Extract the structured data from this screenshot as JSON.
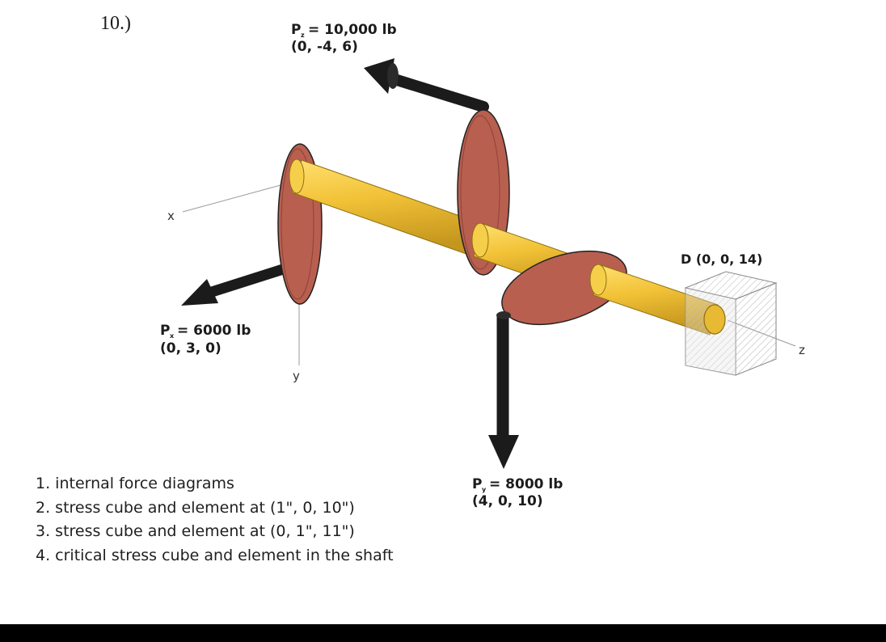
{
  "problem_number": "10.)",
  "axes": {
    "x": "x",
    "y": "y",
    "z": "z"
  },
  "loads": {
    "pz": {
      "label": "P",
      "subscript": "z",
      "value": "= 10,000 lb",
      "point": "(0, -4, 6)"
    },
    "px": {
      "label": "P",
      "subscript": "x",
      "value": "= 6000 lb",
      "point": "(0, 3, 0)"
    },
    "py": {
      "label": "P",
      "subscript": "y",
      "value": "= 8000 lb",
      "point": "(4, 0, 10)"
    }
  },
  "support": {
    "label": "D (0, 0, 14)"
  },
  "tasks": [
    "1. internal force diagrams",
    "2. stress cube and element at (1\", 0, 10\")",
    "3. stress cube and element at (0, 1\", 11\")",
    "4. critical stress cube and element in the shaft"
  ],
  "colors": {
    "shaft": "#f2c237",
    "shaft_dark": "#b8901a",
    "disk": "#b85f50",
    "arrow": "#1b1b1b",
    "support_hatch": "#bdbdbd"
  }
}
